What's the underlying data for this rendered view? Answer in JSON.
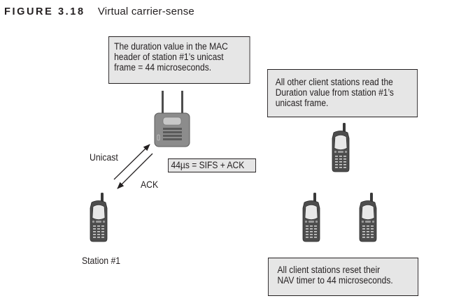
{
  "figure": {
    "number": "FIGURE 3.18",
    "caption": "Virtual carrier-sense"
  },
  "notes": {
    "mac_header": [
      "The duration value in the MAC",
      "header of station #1’s unicast",
      "frame = 44 microseconds."
    ],
    "others_read": [
      "All other client stations read the",
      "Duration value from station #1’s",
      "unicast frame."
    ],
    "nav_reset": [
      "All client stations reset their",
      "NAV timer to 44 microseconds."
    ],
    "timing": "44µs = SIFS + ACK"
  },
  "labels": {
    "unicast": "Unicast",
    "ack": "ACK",
    "station1": "Station #1"
  },
  "icons": {
    "access_point": "access-point-icon",
    "phone": "mobile-phone-icon"
  },
  "colors": {
    "note_fill": "#e6e6e6",
    "device_body": "#8c8c8c",
    "phone_body": "#4d4d4d",
    "screen": "#e8e8e8",
    "ink": "#231f20"
  }
}
